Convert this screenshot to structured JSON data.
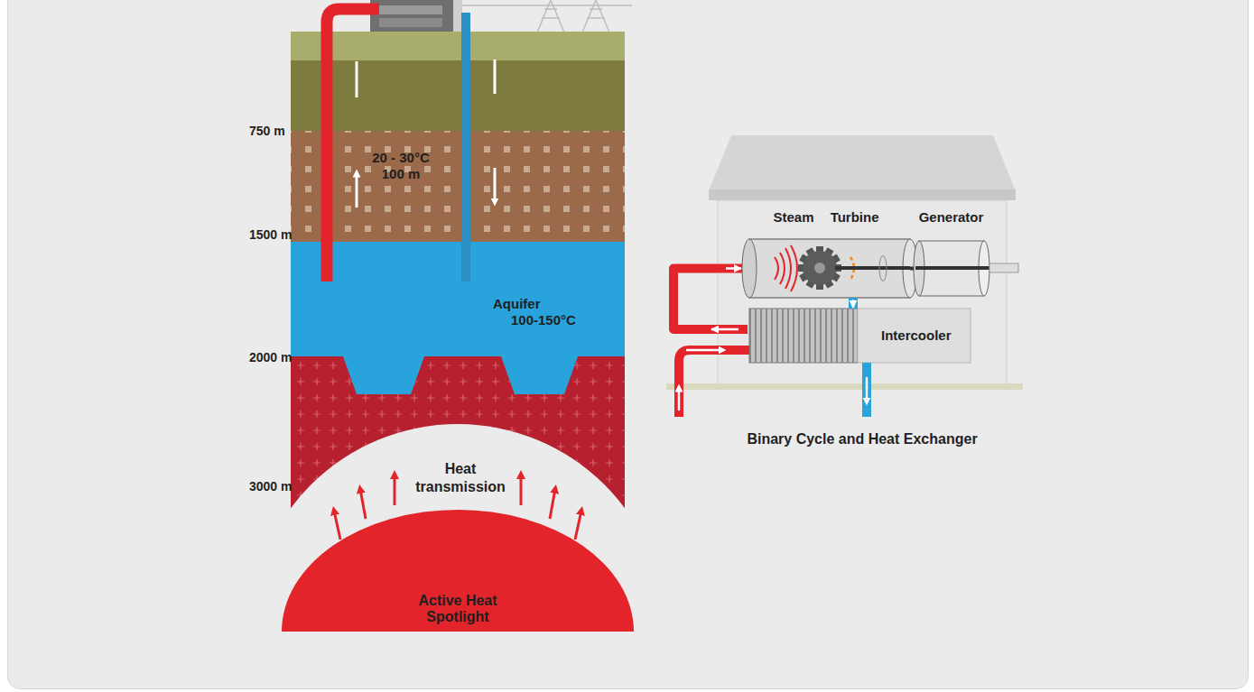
{
  "diagram": {
    "nodes": [
      {
        "text": [
          "20 - 30°C",
          "100 m"
        ]
      },
      {
        "text": [
          "Aquifer",
          "100-150°C"
        ]
      },
      {
        "text": [
          "Active Heat Spotlight"
        ]
      },
      {
        "text": [
          "Binary Cycle and Heat Exchanger"
        ]
      },
      {
        "text": [
          "Steam Turbine"
        ],
        "in": 3
      },
      {
        "text": [
          "Generator"
        ],
        "in": 3
      },
      {
        "text": [
          "Intercooler"
        ],
        "in": 3
      }
    ],
    "edges": [
      {
        "from": 6,
        "to": 4,
        "arrow": "to"
      },
      {
        "from": 4,
        "to": 6,
        "arrow": "to"
      },
      {
        "from": 4,
        "to": 5,
        "arrow": "none"
      }
    ],
    "labels": [
      "750 m",
      "1500 m",
      "2000 m",
      "3000 m",
      "Heat transmission"
    ]
  }
}
